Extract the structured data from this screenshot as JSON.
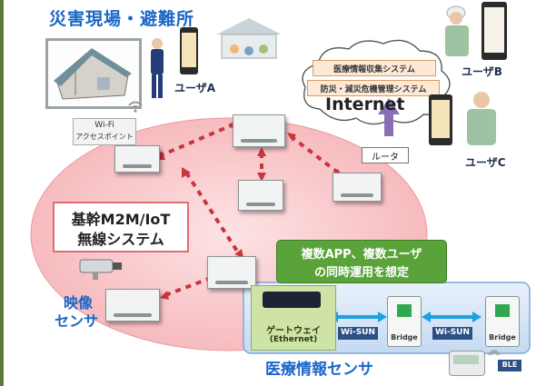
{
  "disaster_site_title": "災害現場・避難所",
  "user_a": "ユーザA",
  "user_b": "ユーザB",
  "user_c": "ユーザC",
  "internet": "Internet",
  "system_medical": "医療情報収集システム",
  "system_disaster": "防災・減災危機管理システム",
  "wifi_ap": [
    "Wi-Fi",
    "アクセスポイント"
  ],
  "router": "ルータ",
  "backbone": [
    "基幹M2M/IoT",
    "無線システム"
  ],
  "multi_app": [
    "複数APP、複数ユーザ",
    "の同時運用を想定"
  ],
  "video_sensor": [
    "映像",
    "センサ"
  ],
  "gateway": [
    "ゲートウェイ",
    "(Ethernet)"
  ],
  "wisun_1": "Wi-SUN",
  "wisun_2": "Wi-SUN",
  "bridge_1": "Bridge",
  "bridge_2": "Bridge",
  "ble": "BLE",
  "medical_sensor": "医療情報センサ",
  "colors": {
    "title_blue": "#1a66c8",
    "ellipse": "#f9c9cc",
    "green_box": "#5aa33a",
    "panel_blue": "#cfe1f6"
  }
}
